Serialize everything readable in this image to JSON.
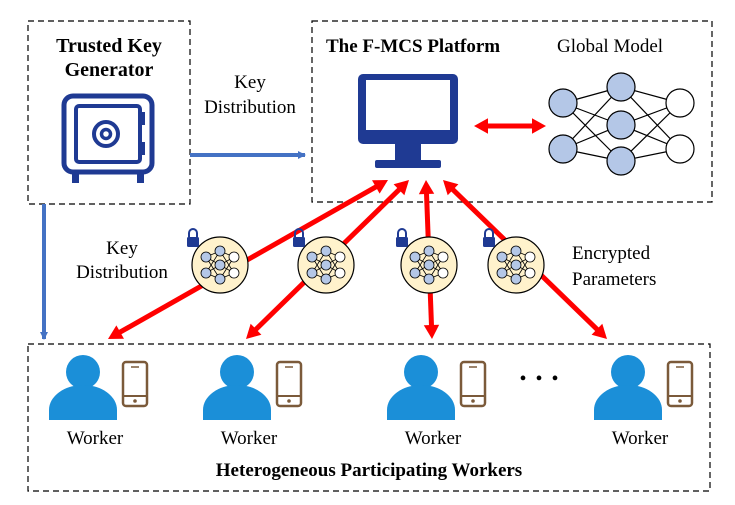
{
  "keygen": {
    "title_line1": "Trusted Key",
    "title_line2": "Generator"
  },
  "platform": {
    "title": "The F-MCS Platform",
    "model_label": "Global Model"
  },
  "key_dist_top": {
    "line1": "Key",
    "line2": "Distribution"
  },
  "key_dist_left": {
    "line1": "Key",
    "line2": "Distribution"
  },
  "encrypted": {
    "line1": "Encrypted",
    "line2": "Parameters"
  },
  "ellipsis": "• • •",
  "workers": [
    "Worker",
    "Worker",
    "Worker",
    "Worker"
  ],
  "workers_group_title": "Heterogeneous Participating Workers",
  "colors": {
    "arrow_red": "#FF0000",
    "arrow_blue": "#4472C4",
    "icon_navy": "#1F3A93",
    "worker_blue": "#1B8FD8",
    "node_fill": "#B4C7E7"
  }
}
